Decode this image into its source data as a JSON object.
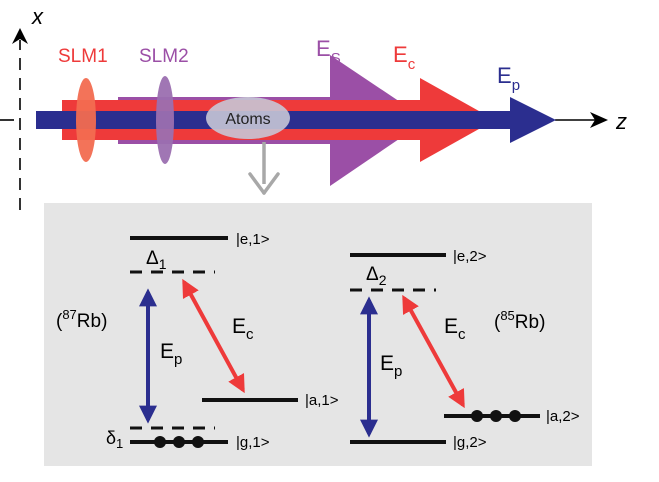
{
  "axes": {
    "x_label": "x",
    "z_label": "z"
  },
  "slm": {
    "slm1_label": "SLM1",
    "slm2_label": "SLM2"
  },
  "beams": {
    "signal": {
      "label": "E",
      "sub": "S"
    },
    "control": {
      "label": "E",
      "sub": "c"
    },
    "probe": {
      "label": "E",
      "sub": "p"
    }
  },
  "atoms_label": "Atoms",
  "left_scheme": {
    "isotope_pre": "(",
    "isotope_mass": "87",
    "isotope_post": "Rb)",
    "level_e": "|e,1>",
    "level_a": "|a,1>",
    "level_g": "|g,1>",
    "detuning": "Δ",
    "detuning_sub": "1",
    "two_photon": "δ",
    "two_photon_sub": "1",
    "probe": {
      "label": "E",
      "sub": "p"
    },
    "control": {
      "label": "E",
      "sub": "c"
    }
  },
  "right_scheme": {
    "isotope_pre": "(",
    "isotope_mass": "85",
    "isotope_post": "Rb)",
    "level_e": "|e,2>",
    "level_a": "|a,2>",
    "level_g": "|g,2>",
    "detuning": "Δ",
    "detuning_sub": "2",
    "probe": {
      "label": "E",
      "sub": "p"
    },
    "control": {
      "label": "E",
      "sub": "c"
    }
  },
  "colors": {
    "probe": "#2b2e8f",
    "control": "#ee3a3a",
    "signal": "#9b4fa6",
    "slm1": "#f26b50",
    "slm2": "#9b6fb0",
    "atoms": "#c7c7d6",
    "panel": "#e5e5e5",
    "arrow_gray": "#a8a8a8"
  }
}
